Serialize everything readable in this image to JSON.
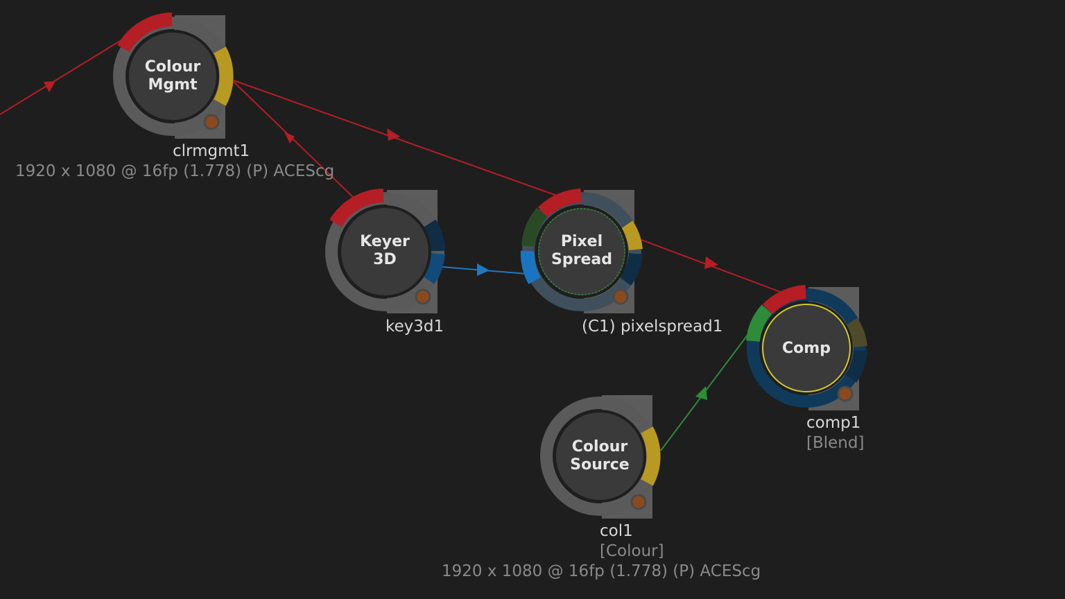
{
  "colors": {
    "background": "#1e1e1e",
    "red_link": "#b51e24",
    "blue_link": "#1f78c2",
    "green_link": "#2e8b3a",
    "ring_grey": "#5a5a5a",
    "node_body": "#3a3a3a",
    "yellow": "#b89a22",
    "dark_blue": "#0f3a5a"
  },
  "nodes": {
    "colour_mgmt": {
      "title_line1": "Colour",
      "title_line2": "Mgmt",
      "name": "clrmgmt1",
      "info": "1920 x 1080 @ 16fp (1.778) (P) ACEScg"
    },
    "keyer_3d": {
      "title_line1": "Keyer",
      "title_line2": "3D",
      "name": "key3d1"
    },
    "pixel_spread": {
      "title_line1": "Pixel",
      "title_line2": "Spread",
      "name": "(C1) pixelspread1"
    },
    "comp": {
      "title_line1": "Comp",
      "name": "comp1",
      "sub": "[Blend]"
    },
    "colour_source": {
      "title_line1": "Colour",
      "title_line2": "Source",
      "name": "col1",
      "sub": "[Colour]",
      "info": "1920 x 1080 @ 16fp (1.778) (P) ACEScg"
    }
  }
}
